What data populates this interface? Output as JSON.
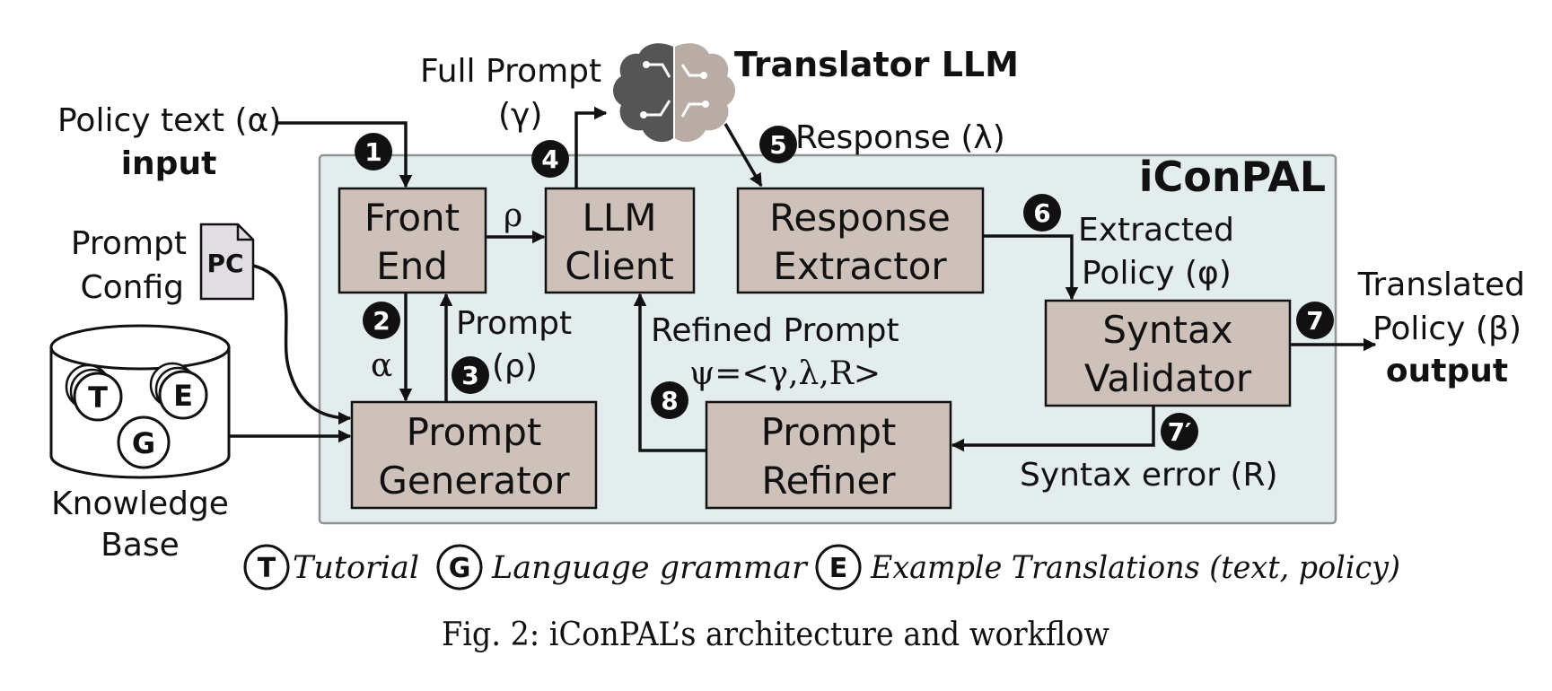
{
  "system_title": "iConPAL",
  "components": {
    "front_end": [
      "Front",
      "End"
    ],
    "llm_client": [
      "LLM",
      "Client"
    ],
    "response_extractor": [
      "Response",
      "Extractor"
    ],
    "syntax_validator": [
      "Syntax",
      "Validator"
    ],
    "prompt_generator": [
      "Prompt",
      "Generator"
    ],
    "prompt_refiner": [
      "Prompt",
      "Refiner"
    ]
  },
  "translator": {
    "label": "Translator LLM"
  },
  "inputs": {
    "policy_text": "Policy text (α)",
    "input_word": "input",
    "prompt_config": [
      "Prompt",
      "Config"
    ],
    "pc_badge": "PC",
    "knowledge_base": [
      "Knowledge",
      "Base"
    ]
  },
  "flow_labels": {
    "full_prompt": [
      "Full Prompt",
      "(γ)"
    ],
    "response": "Response (λ)",
    "rho": "ρ",
    "alpha": "α",
    "prompt_rho": [
      "Prompt",
      "(ρ)"
    ],
    "refined_prompt": "Refined Prompt",
    "psi": "ψ=<γ,λ,R>",
    "extracted_policy": [
      "Extracted",
      "Policy (φ)"
    ],
    "translated_policy": [
      "Translated",
      "Policy (β)"
    ],
    "output_word": "output",
    "syntax_error": "Syntax error (R)"
  },
  "steps": [
    "1",
    "2",
    "3",
    "4",
    "5",
    "6",
    "7",
    "7′",
    "8"
  ],
  "legend": [
    {
      "badge": "T",
      "text": "Tutorial"
    },
    {
      "badge": "G",
      "text": "Language grammar"
    },
    {
      "badge": "E",
      "text": "Example Translations (text, policy)"
    }
  ],
  "caption": "Fig. 2: iConPAL’s architecture and workflow",
  "colors": {
    "system_bg": "#e3edee",
    "component_fill": "#cdc1b9",
    "brain_left": "#555555",
    "brain_right": "#b8aca4",
    "pc_doc": "#e2dce3"
  }
}
